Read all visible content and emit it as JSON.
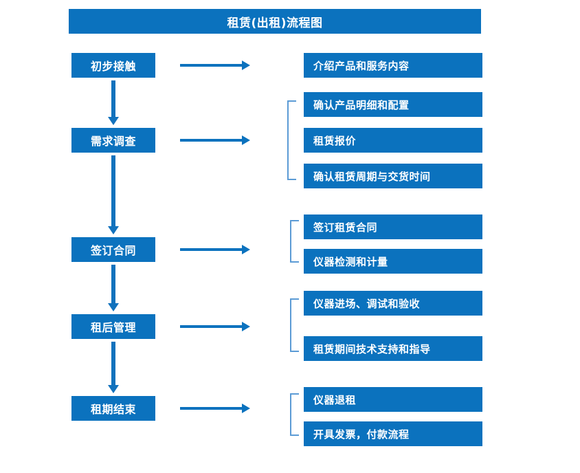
{
  "title": "租赁(出租)流程图",
  "colors": {
    "primary_blue": "#0b72be",
    "bracket_blue": "#5b9bd5",
    "text_on_blue": "#ffffff",
    "background": "#ffffff"
  },
  "stages": [
    {
      "label": "初步接触"
    },
    {
      "label": "需求调查"
    },
    {
      "label": "签订合同"
    },
    {
      "label": "租后管理"
    },
    {
      "label": "租期结束"
    }
  ],
  "details": [
    {
      "label": "介绍产品和服务内容"
    },
    {
      "label": "确认产品明细和配置"
    },
    {
      "label": "租赁报价"
    },
    {
      "label": "确认租赁周期与交货时间"
    },
    {
      "label": "签订租赁合同"
    },
    {
      "label": "仪器检测和计量"
    },
    {
      "label": "仪器进场、调试和验收"
    },
    {
      "label": "租赁期间技术支持和指导"
    },
    {
      "label": "仪器退租"
    },
    {
      "label": "开具发票，付款流程"
    }
  ],
  "chart_data": {
    "type": "diagram",
    "title": "租赁(出租)流程图",
    "diagram_kind": "flowchart",
    "orientation": "top-to-bottom with right-side detail branches",
    "nodes": [
      {
        "id": "stage-1",
        "label": "初步接触",
        "column": "left",
        "details": [
          "介绍产品和服务内容"
        ]
      },
      {
        "id": "stage-2",
        "label": "需求调查",
        "column": "left",
        "details": [
          "确认产品明细和配置",
          "租赁报价",
          "确认租赁周期与交货时间"
        ]
      },
      {
        "id": "stage-3",
        "label": "签订合同",
        "column": "left",
        "details": [
          "签订租赁合同",
          "仪器检测和计量"
        ]
      },
      {
        "id": "stage-4",
        "label": "租后管理",
        "column": "left",
        "details": [
          "仪器进场、调试和验收",
          "租赁期间技术支持和指导"
        ]
      },
      {
        "id": "stage-5",
        "label": "租期结束",
        "column": "left",
        "details": [
          "仪器退租",
          "开具发票，付款流程"
        ]
      }
    ],
    "edges": [
      {
        "from": "初步接触",
        "to": "需求调查",
        "style": "vertical-arrow"
      },
      {
        "from": "需求调查",
        "to": "签订合同",
        "style": "vertical-arrow"
      },
      {
        "from": "签订合同",
        "to": "租后管理",
        "style": "vertical-arrow"
      },
      {
        "from": "租后管理",
        "to": "租期结束",
        "style": "vertical-arrow"
      },
      {
        "from": "初步接触",
        "to": "介绍产品和服务内容",
        "style": "horizontal-arrow"
      },
      {
        "from": "需求调查",
        "to": "确认产品明细和配置 / 租赁报价 / 确认租赁周期与交货时间",
        "style": "horizontal-arrow + bracket"
      },
      {
        "from": "签订合同",
        "to": "签订租赁合同 / 仪器检测和计量",
        "style": "horizontal-arrow + bracket"
      },
      {
        "from": "租后管理",
        "to": "仪器进场、调试和验收 / 租赁期间技术支持和指导",
        "style": "horizontal-arrow + bracket"
      },
      {
        "from": "租期结束",
        "to": "仪器退租 / 开具发票，付款流程",
        "style": "horizontal-arrow + bracket"
      }
    ]
  }
}
